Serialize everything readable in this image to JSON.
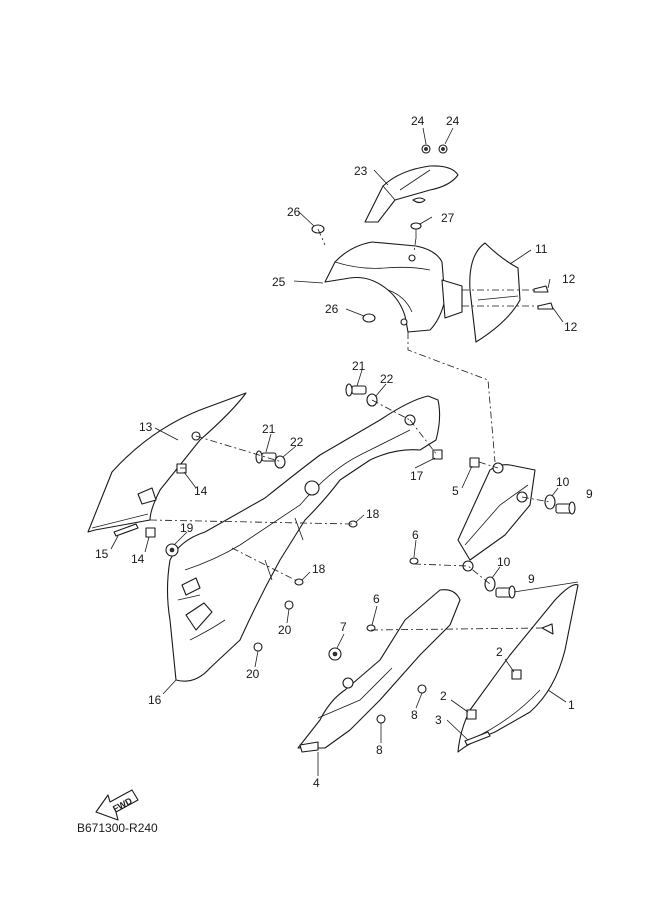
{
  "diagram_code": "B671300-R240",
  "fwd_label": "FWD",
  "callouts": [
    {
      "id": "c24a",
      "text": "24"
    },
    {
      "id": "c24b",
      "text": "24"
    },
    {
      "id": "c23",
      "text": "23"
    },
    {
      "id": "c26a",
      "text": "26"
    },
    {
      "id": "c27",
      "text": "27"
    },
    {
      "id": "c25",
      "text": "25"
    },
    {
      "id": "c11",
      "text": "11"
    },
    {
      "id": "c12a",
      "text": "12"
    },
    {
      "id": "c12b",
      "text": "12"
    },
    {
      "id": "c26b",
      "text": "26"
    },
    {
      "id": "c21a",
      "text": "21"
    },
    {
      "id": "c22a",
      "text": "22"
    },
    {
      "id": "c13",
      "text": "13"
    },
    {
      "id": "c21b",
      "text": "21"
    },
    {
      "id": "c22b",
      "text": "22"
    },
    {
      "id": "c17",
      "text": "17"
    },
    {
      "id": "c14a",
      "text": "14"
    },
    {
      "id": "c5",
      "text": "5"
    },
    {
      "id": "c10a",
      "text": "10"
    },
    {
      "id": "c9a",
      "text": "9"
    },
    {
      "id": "c18a",
      "text": "18"
    },
    {
      "id": "c19",
      "text": "19"
    },
    {
      "id": "c15",
      "text": "15"
    },
    {
      "id": "c14b",
      "text": "14"
    },
    {
      "id": "c6a",
      "text": "6"
    },
    {
      "id": "c10b",
      "text": "10"
    },
    {
      "id": "c18b",
      "text": "18"
    },
    {
      "id": "c9b",
      "text": "9"
    },
    {
      "id": "c6b",
      "text": "6"
    },
    {
      "id": "c20a",
      "text": "20"
    },
    {
      "id": "c7",
      "text": "7"
    },
    {
      "id": "c2a",
      "text": "2"
    },
    {
      "id": "c20b",
      "text": "20"
    },
    {
      "id": "c1",
      "text": "1"
    },
    {
      "id": "c16",
      "text": "16"
    },
    {
      "id": "c8a",
      "text": "8"
    },
    {
      "id": "c2b",
      "text": "2"
    },
    {
      "id": "c3",
      "text": "3"
    },
    {
      "id": "c8b",
      "text": "8"
    },
    {
      "id": "c4",
      "text": "4"
    }
  ]
}
